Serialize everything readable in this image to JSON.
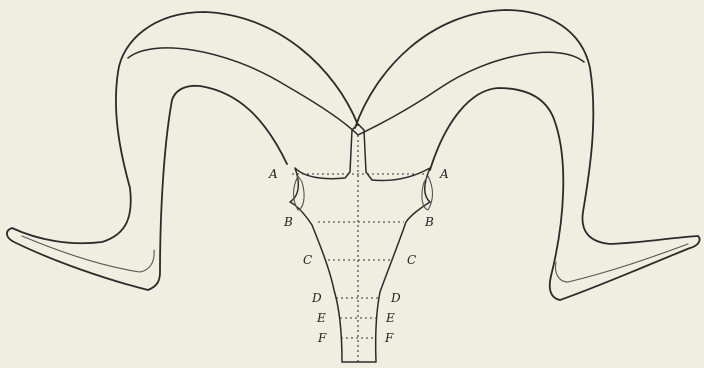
{
  "figure": {
    "labels": {
      "left": [
        "A",
        "B",
        "C",
        "D",
        "E",
        "F"
      ],
      "right": [
        "A",
        "B",
        "C",
        "D",
        "E",
        "F"
      ]
    }
  }
}
